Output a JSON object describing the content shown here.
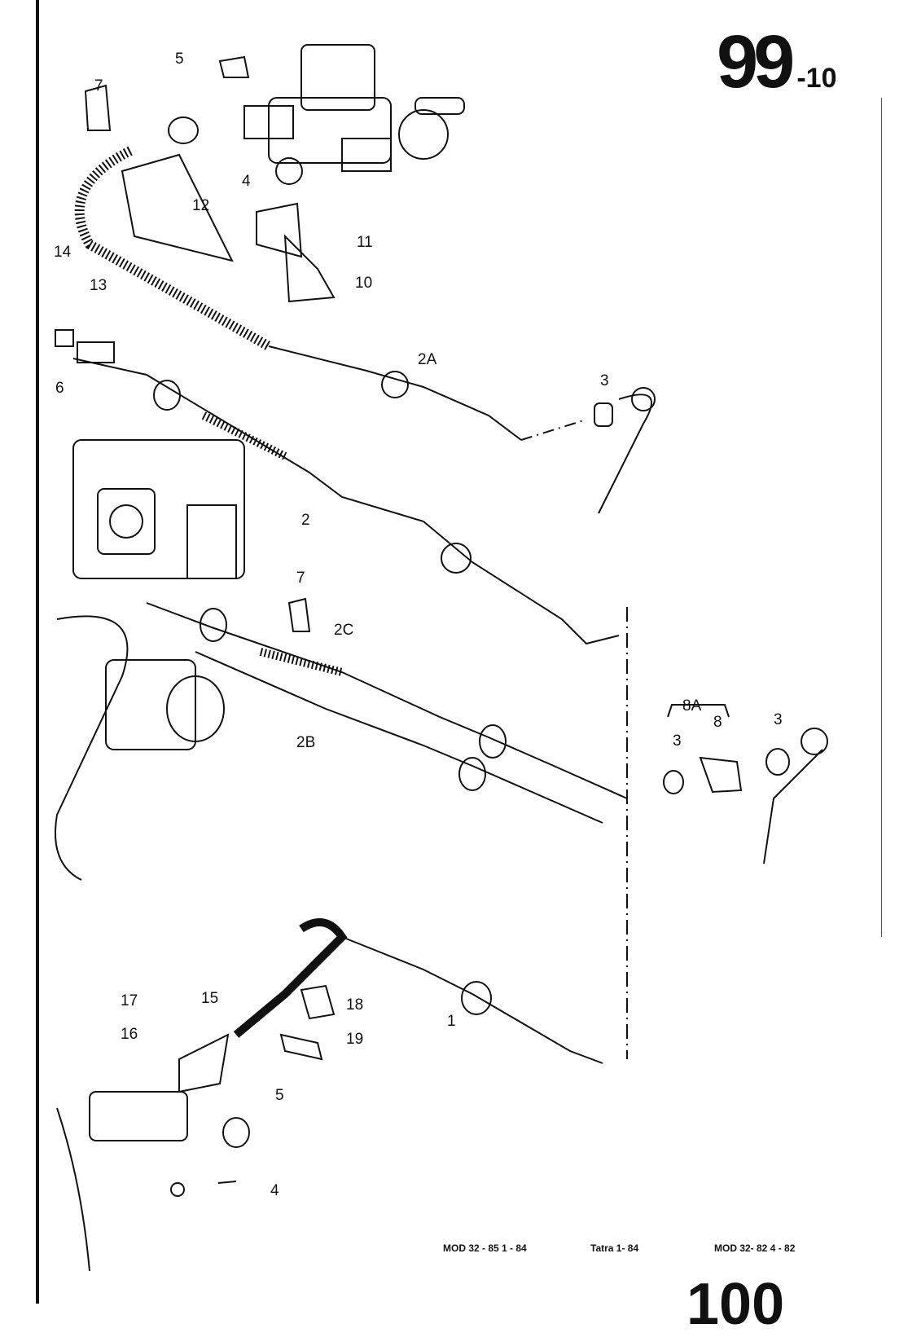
{
  "header": {
    "section": "99",
    "subsection": "-10"
  },
  "callouts": [
    "5",
    "7",
    "4",
    "12",
    "11",
    "14",
    "13",
    "10",
    "2A",
    "6",
    "3",
    "2",
    "7",
    "2C",
    "2B",
    "8A",
    "8",
    "3",
    "3",
    "17",
    "15",
    "18",
    "16",
    "19",
    "1",
    "5",
    "4"
  ],
  "footer": {
    "ref1": "MOD 32 - 85   1 - 84",
    "ref2": "Tatra   1- 84",
    "ref3": "MOD 32- 82  4 - 82",
    "page": "100"
  }
}
